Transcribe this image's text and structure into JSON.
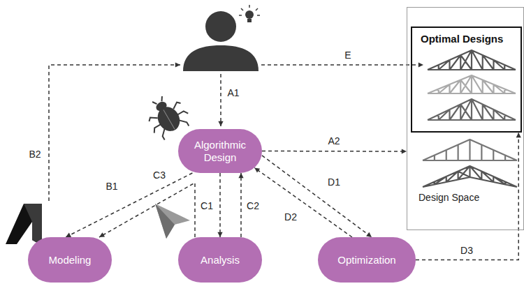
{
  "diagram": {
    "nodes": [
      {
        "text": [
          "Design Space"
        ]
      },
      {
        "text": [
          "Optimal Designs"
        ],
        "in": 0
      },
      {
        "text": [
          "Algorithmic Design"
        ]
      },
      {
        "text": [
          "Modeling"
        ]
      },
      {
        "text": [
          "Analysis"
        ]
      },
      {
        "text": [
          "Optimization"
        ]
      }
    ],
    "edges": [
      {
        "from": 2,
        "to": 0,
        "label": "A2",
        "arrow": "to"
      },
      {
        "from": 2,
        "to": 3,
        "label": "B1",
        "arrow": "to"
      },
      {
        "from": 4,
        "to": 3,
        "label": "C3",
        "arrow": "to"
      },
      {
        "from": 2,
        "to": 4,
        "label": "C1",
        "arrow": "to"
      },
      {
        "from": 4,
        "to": 2,
        "label": "C2",
        "arrow": "to"
      },
      {
        "from": 2,
        "to": 5,
        "label": "D1",
        "arrow": "to"
      },
      {
        "from": 5,
        "to": 2,
        "label": "D2",
        "arrow": "to"
      },
      {
        "from": 5,
        "to": 1,
        "label": "D3",
        "arrow": "to"
      }
    ],
    "labels": [
      "A1",
      "B2",
      "E"
    ]
  }
}
